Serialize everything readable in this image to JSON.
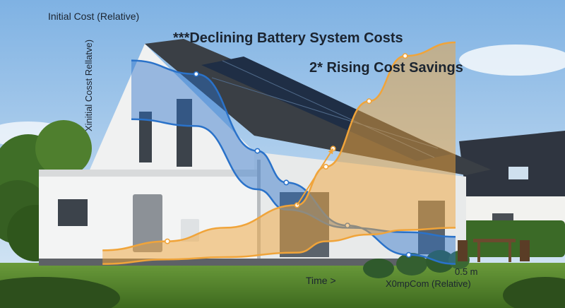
{
  "colors": {
    "sky_top": "#7fb2e3",
    "sky_bottom": "#d9e9f6",
    "lawn": "#4f7f2a",
    "wall": "#eef0f0",
    "roof": "#3a3f45",
    "panel": "#1f2e45",
    "falling": "#2a72c9",
    "rising": "#f0a43a"
  },
  "icons": {
    "battery": "wall-battery-icon",
    "inverter": "inverter-icon",
    "tree": "tree-icon",
    "patio": "patio-set-icon"
  },
  "chart_data": {
    "type": "area",
    "title": "***Declining Battery System Costs",
    "subtitle": "2* Rising Cost Savings",
    "ylabel_top": "Initial Cost (Relative)",
    "ylabel_side": "Xinitial Cosst Rellatve)",
    "xlabel": "Time >",
    "xlabel_right": "X0mpCom (Relative)",
    "x_tick": "0.5 m",
    "xlim": [
      0,
      10
    ],
    "ylim": [
      0,
      10
    ],
    "series": [
      {
        "color": "#2a72c9",
        "x": [
          1.0,
          2.8,
          4.5,
          5.3,
          7.0,
          8.7,
          10.0
        ],
        "upper": [
          9.2,
          8.6,
          5.2,
          3.8,
          1.9,
          0.6,
          0.2
        ],
        "lower": [
          6.6,
          6.3,
          3.5,
          2.6,
          1.8,
          1.6,
          1.4
        ],
        "markers": [
          [
            2.8,
            8.6
          ],
          [
            4.5,
            5.2
          ],
          [
            5.3,
            3.8
          ],
          [
            7.0,
            1.9
          ],
          [
            8.7,
            0.6
          ]
        ]
      },
      {
        "color": "#f0a43a",
        "x": [
          0.2,
          2.0,
          3.6,
          5.6,
          6.4,
          7.6,
          8.6,
          10.0
        ],
        "upper": [
          0.8,
          1.2,
          1.8,
          2.8,
          4.5,
          7.4,
          9.4,
          10.0
        ],
        "lower": [
          0.2,
          0.4,
          0.5,
          0.7,
          1.2,
          1.5,
          1.7,
          1.8
        ],
        "markers": [
          [
            2.0,
            1.2
          ],
          [
            5.6,
            2.8
          ],
          [
            6.4,
            4.5
          ],
          [
            6.6,
            5.3
          ],
          [
            7.6,
            7.4
          ],
          [
            8.6,
            9.4
          ]
        ]
      }
    ]
  }
}
